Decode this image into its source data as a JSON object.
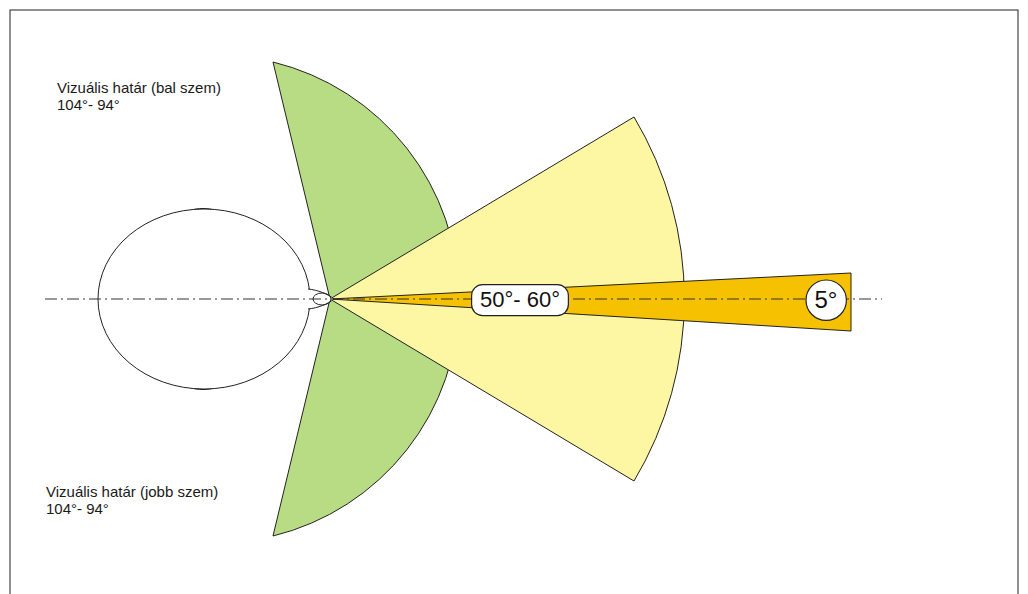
{
  "diagram": {
    "nodes": [
      {
        "text": [
          "50°- 60°"
        ]
      },
      {
        "text": [
          "5°"
        ]
      }
    ],
    "labels": [
      "Vizuális határ (bal szem)",
      "104°- 94°",
      "Vizuális határ (jobb szem)",
      "104°- 94°"
    ]
  }
}
